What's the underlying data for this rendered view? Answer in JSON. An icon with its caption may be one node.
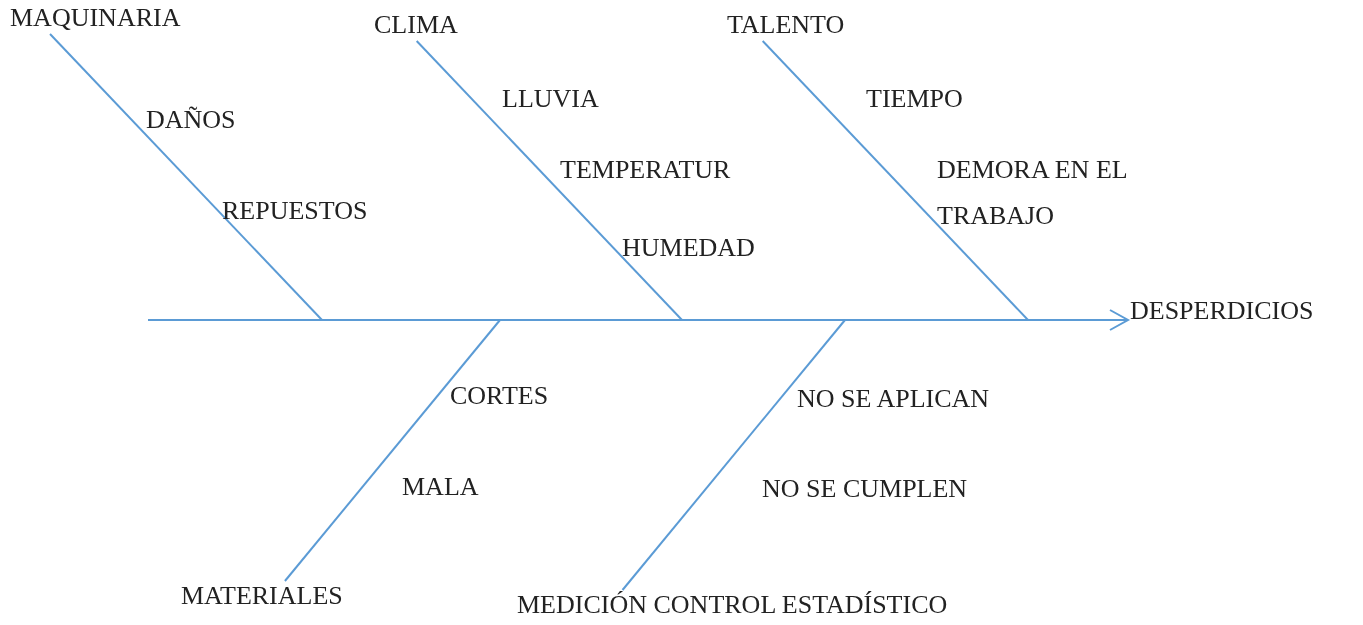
{
  "diagram": {
    "nodes": [
      {
        "text": [
          "MAQUINARIA"
        ]
      },
      {
        "text": [
          "CLIMA"
        ]
      },
      {
        "text": [
          "TALENTO"
        ]
      },
      {
        "text": [
          "DESPERDICIOS"
        ]
      },
      {
        "text": [
          "MATERIALES"
        ]
      },
      {
        "text": [
          "MEDICIÓN CONTROL ESTADÍSTICO"
        ]
      }
    ],
    "edges": [
      {
        "from": null,
        "to": 3,
        "arrow": "to"
      },
      {
        "from": 0,
        "to": null,
        "arrow": "none"
      },
      {
        "from": 1,
        "to": null,
        "arrow": "none"
      },
      {
        "from": 2,
        "to": null,
        "arrow": "none"
      },
      {
        "from": 4,
        "to": null,
        "arrow": "none"
      },
      {
        "from": 5,
        "to": null,
        "arrow": "none"
      }
    ],
    "labels": [
      "DAÑOS",
      "REPUESTOS",
      "LLUVIA",
      "TEMPERATUR",
      "HUMEDAD",
      "TIEMPO",
      "DEMORA EN EL TRABAJO",
      "CORTES",
      "MALA",
      "NO SE APLICAN",
      "NO SE CUMPLEN"
    ]
  }
}
